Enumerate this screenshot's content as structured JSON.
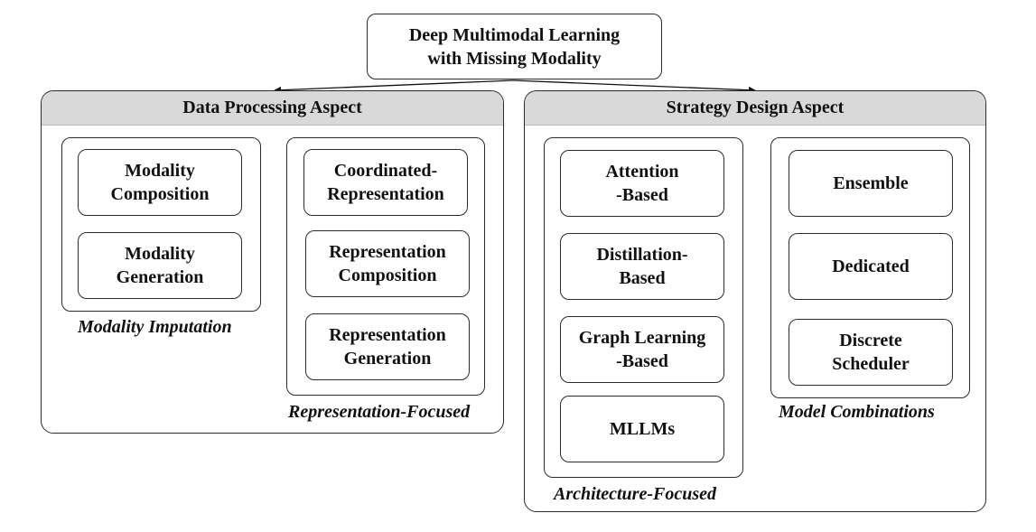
{
  "root": {
    "label": "Deep Multimodal Learning\nwith Missing Modality"
  },
  "data_processing": {
    "title": "Data Processing Aspect",
    "imputation": {
      "caption": "Modality Imputation",
      "items": [
        "Modality\nComposition",
        "Modality\nGeneration"
      ]
    },
    "representation": {
      "caption": "Representation-Focused",
      "items": [
        "Coordinated-\nRepresentation",
        "Representation\nComposition",
        "Representation\nGeneration"
      ]
    }
  },
  "strategy_design": {
    "title": "Strategy Design Aspect",
    "architecture": {
      "caption": "Architecture-Focused",
      "items": [
        "Attention\n-Based",
        "Distillation-\nBased",
        "Graph Learning\n-Based",
        "MLLMs"
      ]
    },
    "combinations": {
      "caption": "Model Combinations",
      "items": [
        "Ensemble",
        "Dedicated",
        "Discrete\nScheduler"
      ]
    }
  }
}
